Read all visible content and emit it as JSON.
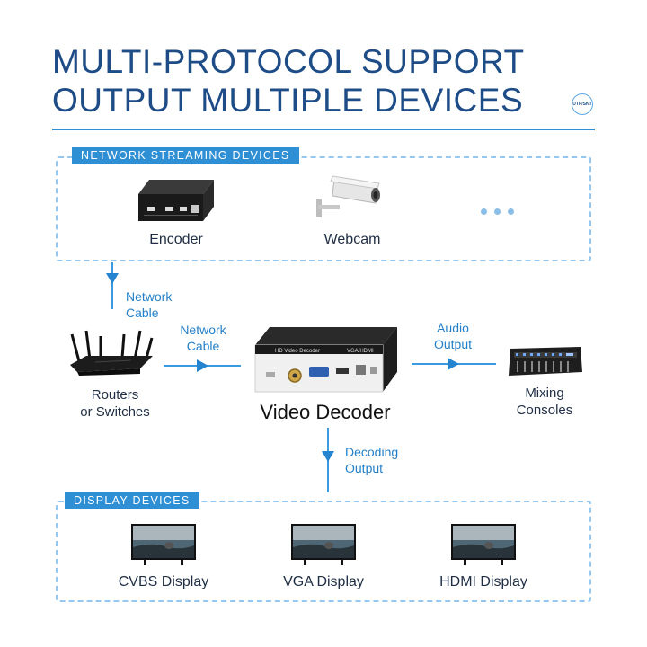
{
  "header": {
    "title_line1": "MULTI-PROTOCOL SUPPORT",
    "title_line2": "OUTPUT MULTIPLE DEVICES",
    "badge": "UTP/SKT"
  },
  "network_section": {
    "tag": "NETWORK STREAMING DEVICES",
    "items": [
      {
        "label": "Encoder",
        "icon": "encoder-icon"
      },
      {
        "label": "Webcam",
        "icon": "webcam-icon"
      },
      {
        "label": "",
        "icon": "more-dots-icon"
      }
    ]
  },
  "flow": {
    "network_cable_down": {
      "line1": "Network",
      "line2": "Cable"
    },
    "network_cable_right": {
      "line1": "Network",
      "line2": "Cable"
    },
    "audio_output": {
      "line1": "Audio",
      "line2": "Output"
    },
    "decoding_output": {
      "line1": "Decoding",
      "line2": "Output"
    }
  },
  "devices": {
    "router": {
      "line1": "Routers",
      "line2": "or Switches",
      "icon": "router-icon"
    },
    "decoder": {
      "label": "Video Decoder",
      "icon": "video-decoder-icon",
      "front_text": "HD Video Decoder",
      "top_text": "VGA/HDMI"
    },
    "mixer": {
      "line1": "Mixing",
      "line2": "Consoles",
      "icon": "mixer-icon"
    }
  },
  "display_section": {
    "tag": "DISPLAY DEVICES",
    "items": [
      {
        "label": "CVBS Display",
        "icon": "tv-icon"
      },
      {
        "label": "VGA Display",
        "icon": "tv-icon"
      },
      {
        "label": "HDMI Display",
        "icon": "tv-icon"
      }
    ]
  },
  "colors": {
    "title": "#1d4c86",
    "accent": "#2f8fd4",
    "dashed_border": "#96c8ef",
    "arrow": "#2584d0"
  }
}
